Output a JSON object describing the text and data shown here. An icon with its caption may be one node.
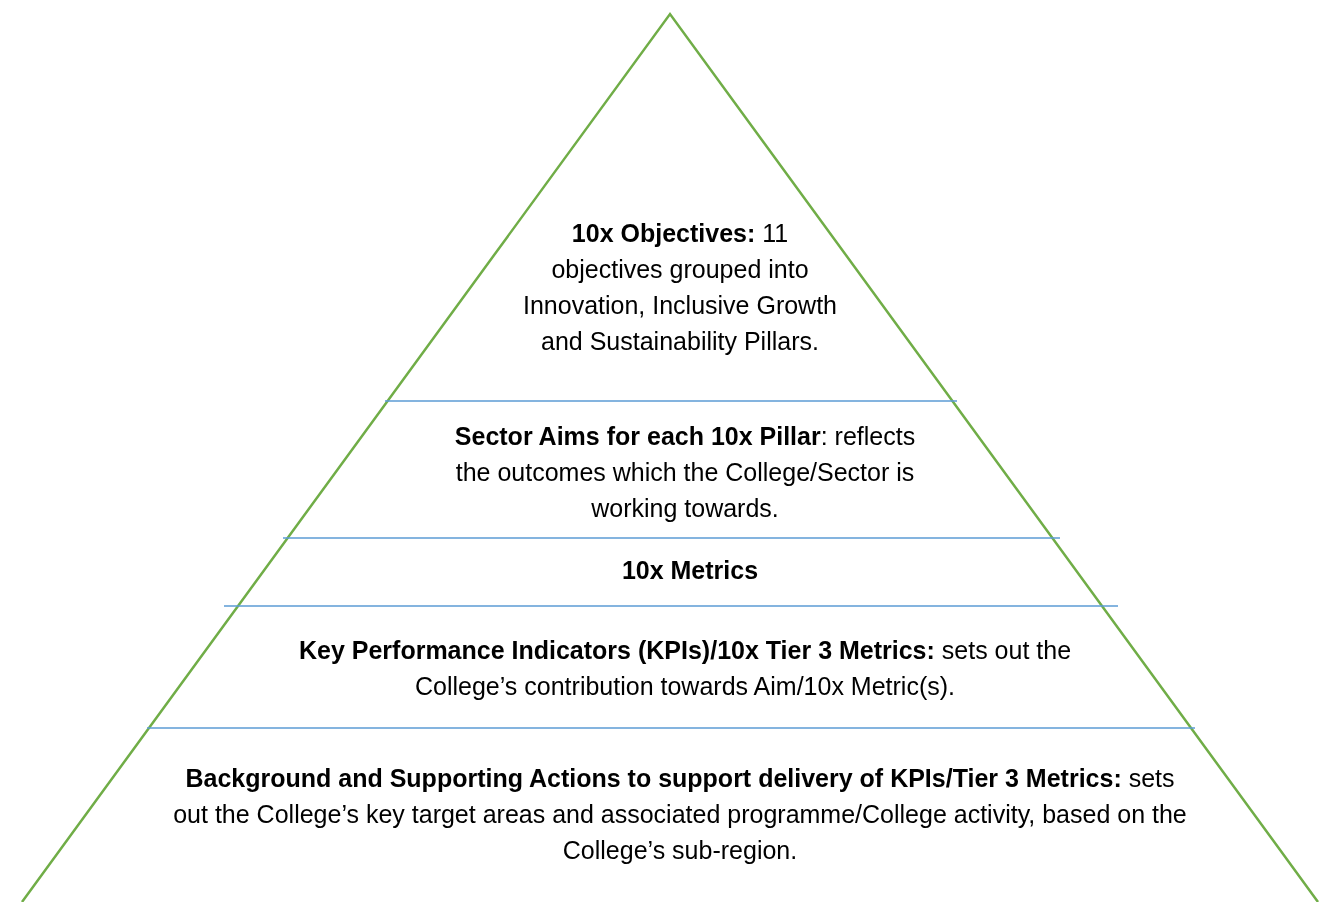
{
  "diagram": {
    "nodes": [
      {
        "text": [
          "**10x Objectives:** 11 objectives grouped into Innovation, Inclusive Growth and Sustainability Pillars."
        ]
      },
      {
        "text": [
          "**Sector Aims for each 10x Pillar**: reflects the outcomes which the College/Sector is working towards."
        ]
      },
      {
        "text": [
          "10x Metrics"
        ]
      },
      {
        "text": [
          "**Key Performance Indicators (KPIs)/10x Tier 3 Metrics:** sets out the College’s contribution towards Aim/10x Metric(s)."
        ]
      },
      {
        "text": [
          "**Background and Supporting Actions to support delivery of KPIs/Tier 3 Metrics:** sets out the College’s key target areas and associated programme/College activity, based on the College’s sub-region."
        ]
      }
    ],
    "edges": []
  }
}
